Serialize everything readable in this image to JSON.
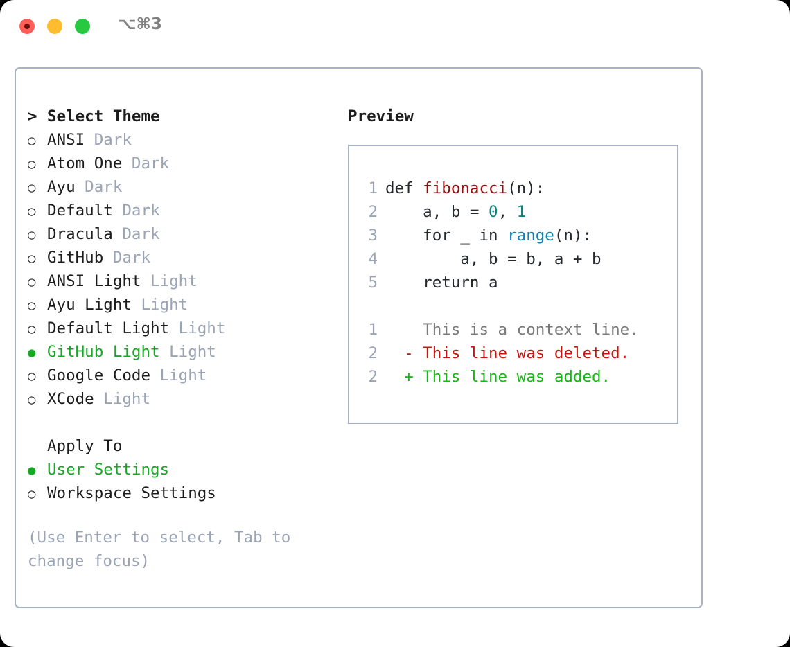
{
  "window": {
    "shortcut": "⌥⌘3",
    "traffic_lights": [
      {
        "name": "close",
        "color": "#ff5f57"
      },
      {
        "name": "minimize",
        "color": "#febc2e"
      },
      {
        "name": "maximize",
        "color": "#28c840"
      }
    ]
  },
  "theme_picker": {
    "header": {
      "marker": "caret",
      "label": "Select Theme"
    },
    "items": [
      {
        "marker": "dot-empty",
        "label": "ANSI",
        "tag": "Dark",
        "selected": false
      },
      {
        "marker": "dot-empty",
        "label": "Atom One",
        "tag": "Dark",
        "selected": false
      },
      {
        "marker": "dot-empty",
        "label": "Ayu",
        "tag": "Dark",
        "selected": false
      },
      {
        "marker": "dot-empty",
        "label": "Default",
        "tag": "Dark",
        "selected": false
      },
      {
        "marker": "dot-empty",
        "label": "Dracula",
        "tag": "Dark",
        "selected": false
      },
      {
        "marker": "dot-empty",
        "label": "GitHub",
        "tag": "Dark",
        "selected": false
      },
      {
        "marker": "dot-empty",
        "label": "ANSI Light",
        "tag": "Light",
        "selected": false
      },
      {
        "marker": "dot-empty",
        "label": "Ayu Light",
        "tag": "Light",
        "selected": false
      },
      {
        "marker": "dot-empty",
        "label": "Default Light",
        "tag": "Light",
        "selected": false
      },
      {
        "marker": "dot-filled",
        "label": "GitHub Light",
        "tag": "Light",
        "selected": true
      },
      {
        "marker": "dot-empty",
        "label": "Google Code",
        "tag": "Light",
        "selected": false
      },
      {
        "marker": "dot-empty",
        "label": "XCode",
        "tag": "Light",
        "selected": false
      }
    ]
  },
  "apply_to": {
    "header": {
      "marker": "blank",
      "label": "Apply To"
    },
    "items": [
      {
        "marker": "dot-filled",
        "label": "User Settings",
        "tag": "",
        "selected": true
      },
      {
        "marker": "dot-empty",
        "label": "Workspace Settings",
        "tag": "",
        "selected": false
      }
    ]
  },
  "hint": "(Use Enter to select, Tab to change focus)",
  "preview": {
    "title": "Preview",
    "code_lines": [
      {
        "n": "1",
        "tokens": [
          {
            "t": "def ",
            "c": "kw"
          },
          {
            "t": "fibonacci",
            "c": "fn"
          },
          {
            "t": "(n):",
            "c": "plain"
          }
        ]
      },
      {
        "n": "2",
        "tokens": [
          {
            "t": "    a, b = ",
            "c": "plain"
          },
          {
            "t": "0",
            "c": "num"
          },
          {
            "t": ", ",
            "c": "plain"
          },
          {
            "t": "1",
            "c": "num"
          }
        ]
      },
      {
        "n": "3",
        "tokens": [
          {
            "t": "    for _ in ",
            "c": "kw"
          },
          {
            "t": "range",
            "c": "builtin"
          },
          {
            "t": "(n):",
            "c": "plain"
          }
        ]
      },
      {
        "n": "4",
        "tokens": [
          {
            "t": "        a, b = b, a + b",
            "c": "plain"
          }
        ]
      },
      {
        "n": "5",
        "tokens": [
          {
            "t": "    return a",
            "c": "kw"
          }
        ]
      }
    ],
    "diff_lines": [
      {
        "n": "1",
        "sign": " ",
        "text": " This is a context line.",
        "kind": "diff-ctx"
      },
      {
        "n": "2",
        "sign": "-",
        "text": " This line was deleted.",
        "kind": "diff-del"
      },
      {
        "n": "2",
        "sign": "+",
        "text": " This line was added.",
        "kind": "diff-add"
      }
    ]
  },
  "colors": {
    "accent_green": "#17a825",
    "border": "#a9b2c3",
    "muted": "#9aa4b4",
    "diff_add": "#13b810",
    "diff_del": "#c4160f",
    "syntax_function": "#9a0c0c",
    "syntax_number": "#0e8077",
    "syntax_builtin": "#1080b0"
  }
}
